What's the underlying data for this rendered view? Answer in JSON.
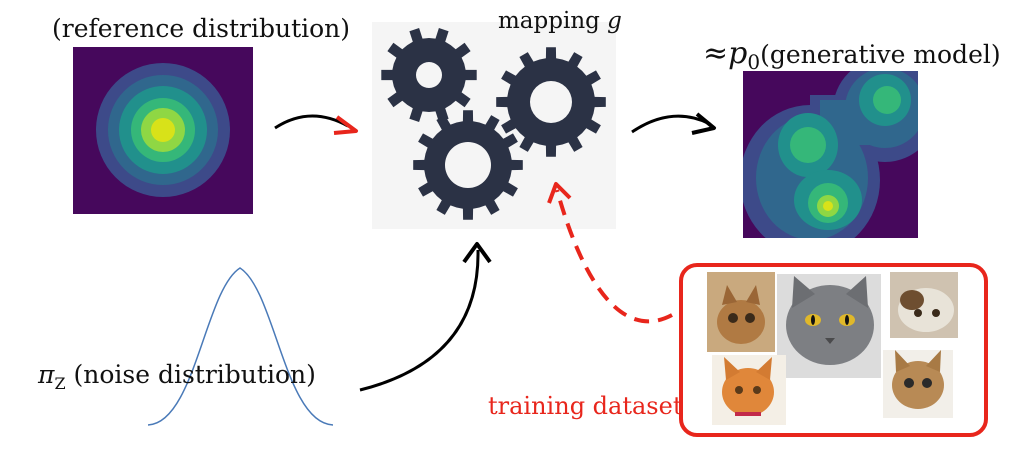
{
  "reference": {
    "label": "(reference distribution)"
  },
  "mapping": {
    "label_text": "mapping ",
    "label_symbol": "g"
  },
  "generative": {
    "approx_symbol": "≈",
    "p_symbol": "p",
    "p_subscript": "0",
    "label_text": "(generative model)"
  },
  "noise": {
    "pi_symbol": "π",
    "pi_subscript": "Z",
    "label_text": " (noise distribution)"
  },
  "training": {
    "label": "training dataset"
  },
  "colors": {
    "viridis_dark": "#46085c",
    "viridis_yellow": "#d8e219",
    "arrow_black": "#000000",
    "arrow_red": "#e8261c",
    "gear": "#2b3245",
    "noise_curve": "#4a7ab8"
  }
}
